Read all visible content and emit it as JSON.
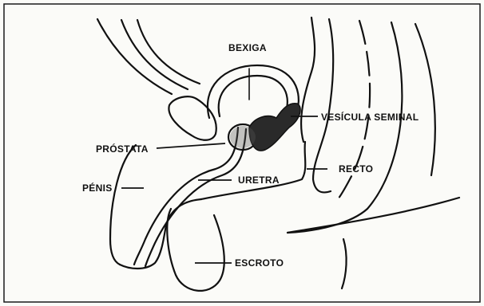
{
  "diagram": {
    "labels": {
      "bexiga": "BEXIGA",
      "vesicula_seminal": "VESÍCULA SEMINAL",
      "prostata": "PRÓSTATA",
      "recto": "RECTO",
      "uretra": "URETRA",
      "penis": "PÉNIS",
      "escroto": "ESCROTO"
    },
    "colors": {
      "ink": "#111111",
      "paper": "#fbfbf8",
      "frame": "#1a1a1a",
      "shading": "#2a2a2a"
    }
  }
}
